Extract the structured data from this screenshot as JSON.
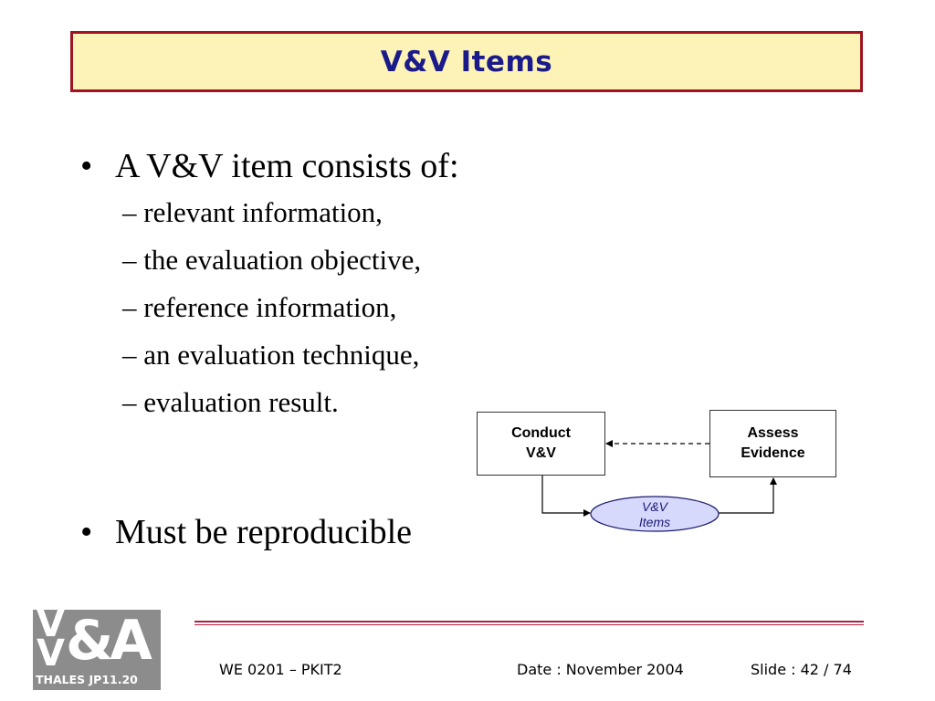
{
  "slide": {
    "title": "V&V Items",
    "bullets": [
      {
        "text": "A V&V item consists of:",
        "subitems": [
          "– relevant information,",
          "– the evaluation objective,",
          "– reference information,",
          "– an evaluation technique,",
          "– evaluation result."
        ]
      },
      {
        "text": "Must be reproducible"
      }
    ],
    "bullet_glyph": "•"
  },
  "diagram": {
    "conduct_box": {
      "line1": "Conduct",
      "line2": "V&V"
    },
    "assess_box": {
      "line1": "Assess",
      "line2": "Evidence"
    },
    "items_oval": {
      "line1": "V&V",
      "line2": "Items"
    },
    "colors": {
      "oval_fill": "#d6d8fc",
      "oval_stroke": "#1a1a6a"
    }
  },
  "logo": {
    "top_letter": "V",
    "bottom_letter": "V",
    "amp": "&A",
    "subtitle": "THALES JP11.20"
  },
  "footer": {
    "left": "WE 0201 – PKIT2",
    "center": "Date : November 2004",
    "right": "Slide : 42 / 74"
  },
  "colors": {
    "title_bg": "#fdf3b6",
    "title_border": "#a01421",
    "title_text": "#1a1a8a",
    "footer_rule": "#b02040"
  }
}
